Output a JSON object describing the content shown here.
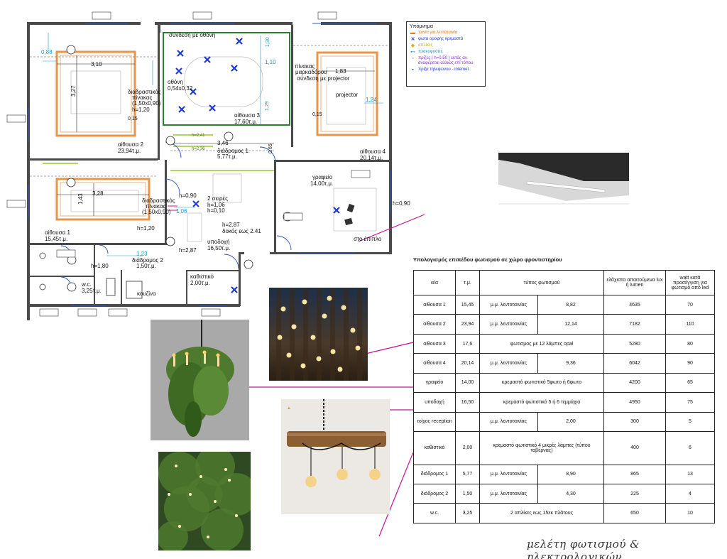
{
  "colors": {
    "wall": "#3a3a3a",
    "wall_fill": "#4a4a4a",
    "room3_wall": "#2e7d32",
    "strip": "#e07b20",
    "fixture": "#1f3ad1",
    "panel": "#c9b21a",
    "accent": "#c3158f",
    "dim": "#1a9ac7",
    "door": "#2b55b5"
  },
  "legend": {
    "title": "Υπόμνημα",
    "items": [
      {
        "icon": "led-strip-icon",
        "text": "ταινία για λεντοταινία"
      },
      {
        "icon": "ceiling-light-x-icon",
        "text": "φωτα οροφης κρεμαστά"
      },
      {
        "icon": "aplique-icon",
        "text": "απλίκες"
      },
      {
        "icon": "board-icon",
        "text": "πλακοφυσιες"
      },
      {
        "icon": "socket-icon",
        "text": "πρίζες ( h=0.50 ) εκτός αν αναφέρεται αλλιώς επί τόπου"
      },
      {
        "icon": "phone-socket-icon",
        "text": "πρίζα τηλεφώνου - internet"
      }
    ]
  },
  "rooms": {
    "aithousa1": {
      "name": "αίθουσα 1",
      "area": "15,45τ.μ."
    },
    "aithousa2": {
      "name": "αίθουσα 2",
      "area": "23,94τ.μ."
    },
    "aithousa3": {
      "name": "αίθουσα 3",
      "area": "17,60τ.μ."
    },
    "aithousa4": {
      "name": "αίθουσα 4",
      "area": "20,14τ.μ."
    },
    "grafeio": {
      "name": "γραφείο",
      "area": "14,00τ.μ."
    },
    "ypodoxi": {
      "name": "υποδοχή",
      "area": "16,50τ.μ."
    },
    "diadromos1": {
      "name": "διάδρομος 1",
      "area": "5,77τ.μ."
    },
    "diadromos2": {
      "name": "διάδρομος 2",
      "area": "1,50τ.μ."
    },
    "kathistiko": {
      "name": "καθιστικό",
      "area": "2,00τ.μ."
    },
    "wc": {
      "name": "w.c.",
      "area": "3,25τ.μ."
    },
    "kouzina": {
      "name": "κουζίνα"
    }
  },
  "notes": {
    "syndesi_othoni": "σύνδεση με οθόνη",
    "othoni": "οθόνη",
    "othoni_size": "0,54x0,32",
    "pinakas_mark": "πίνακας",
    "markadorou": "μαρκαδόρου",
    "syndesi_projector": "σύνδεση με projector",
    "projector": "projector",
    "diadrastikos_a": "διαδραστικός",
    "pinakas": "πίνακας",
    "pinakas_size": "(1,50x0,90)",
    "h120": "h=1,20",
    "h090": "h=0,90",
    "dyo_seires": "2 σειρές",
    "h106": "h=1,06",
    "h010": "h=0,10",
    "h287": "h=2,87",
    "dokos": "δοκός εως 2.41",
    "h180": "h=1,80",
    "h241": "h=2,41",
    "h236": "h=2,36",
    "h287b": "h=2,87",
    "h0_90_right": "h=0,90",
    "sto_epiplo": "στο έπιπλο"
  },
  "dims": {
    "d310": "3,10",
    "d327": "3,27",
    "d328": "3,28",
    "d143": "1,43",
    "d183": "1,83",
    "d088": "0,88",
    "d015": "0,15",
    "d124": "1,24",
    "d346": "3,46",
    "d065": "0,65",
    "d110": "1,10",
    "d106": "1,06",
    "d123": "1,23",
    "d129": "1,29",
    "d130": "1,30"
  },
  "table": {
    "title": "Υπολογισμός επιπέδου φωτισμού σε χώρο φροντιστηρίου",
    "headers": [
      "α/α",
      "τ.μ.",
      "τύπος φωτισμού",
      "ελάχιστα απαιτούμενα lux ή lumen",
      "watt κατά προσέγγιση για φωτισμό από led"
    ],
    "rows": [
      {
        "name": "αίθουσα 1",
        "area": "15,45",
        "type": "μ.μ. λεντοταινίας",
        "qty": "8,82",
        "lumen": "4635",
        "watt": "70"
      },
      {
        "name": "αίθουσα 2",
        "area": "23,94",
        "type": "μ.μ. λεντοταινίας",
        "qty": "12,14",
        "lumen": "7182",
        "watt": "110"
      },
      {
        "name": "αίθουσα 3",
        "area": "17,6",
        "type": "φωτισμος με 12 λάμπες opal",
        "qty": "",
        "lumen": "5280",
        "watt": "80"
      },
      {
        "name": "αίθουσα 4",
        "area": "20,14",
        "type": "μ.μ. λεντοταινίας",
        "qty": "9,36",
        "lumen": "6042",
        "watt": "90"
      },
      {
        "name": "γραφείο",
        "area": "14,00",
        "type": "κρεμαστό φωτιστικό 5φωτο ή 6φωτο",
        "qty": "",
        "lumen": "4200",
        "watt": "65"
      },
      {
        "name": "υποδοχή",
        "area": "16,50",
        "type": "κρεμαστό φωτιστικό 5 ή 6 τεμμάχια",
        "qty": "",
        "lumen": "4950",
        "watt": "75"
      },
      {
        "name": "τοίχος reception",
        "area": "",
        "type": "μ.μ. λεντοταινίας",
        "qty": "2,00",
        "lumen": "300",
        "watt": "5"
      },
      {
        "name": "καθιστικό",
        "area": "2,00",
        "type": "κρεμαστό φωτιστικό 4 μικρές λάμπες (τύπου ταβέρνας)",
        "qty": "",
        "lumen": "400",
        "watt": "6"
      },
      {
        "name": "διάδρομος 1",
        "area": "5,77",
        "type": "μ.μ. λεντοταινίας",
        "qty": "8,90",
        "lumen": "865",
        "watt": "13"
      },
      {
        "name": "διάδρομος 2",
        "area": "1,50",
        "type": "μ.μ. λεντοταινίας",
        "qty": "4,30",
        "lumen": "225",
        "watt": "4"
      },
      {
        "name": "w.c.",
        "area": "3,25",
        "type": "2 απλίκες εως 15εκ πλάτους",
        "qty": "",
        "lumen": "650",
        "watt": "10"
      }
    ]
  },
  "signature": "μελέτη φωτισμού & ηλεκτρολογικών"
}
